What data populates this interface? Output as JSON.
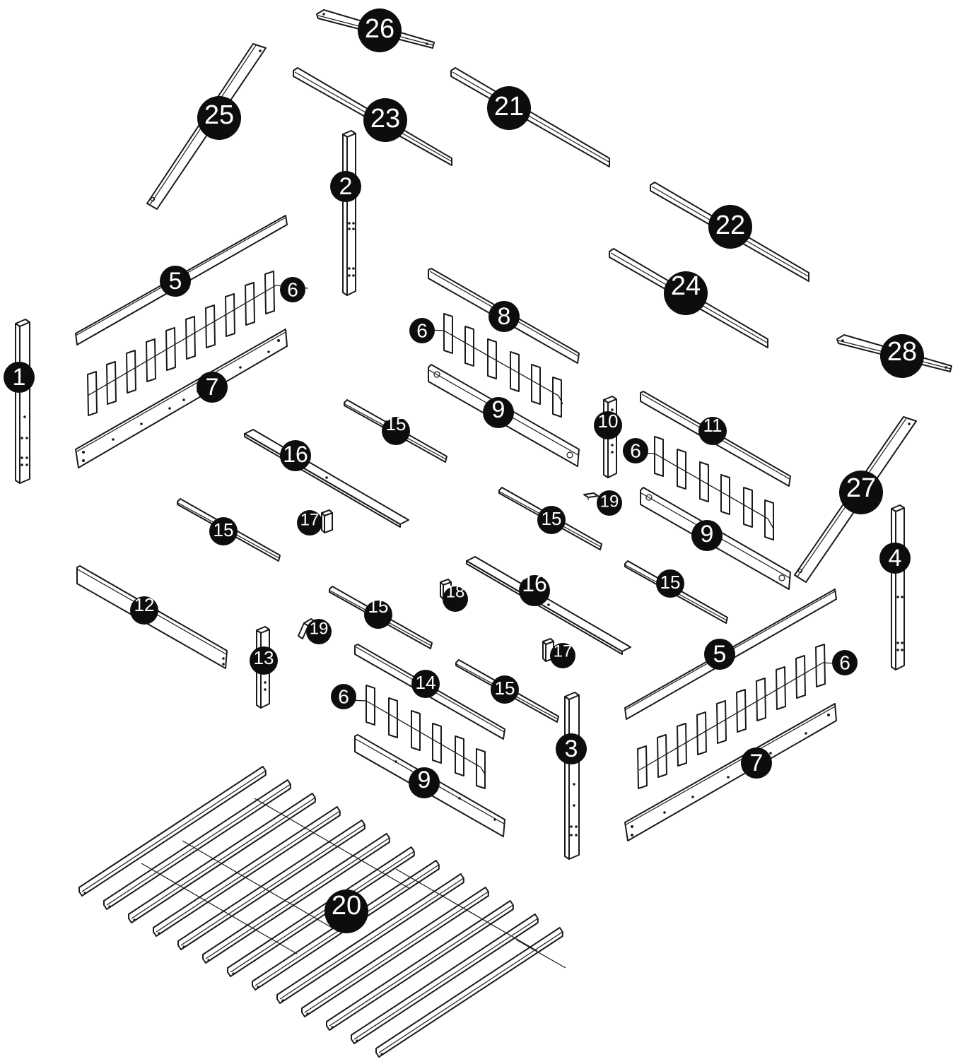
{
  "diagram": {
    "type": "exploded-parts-view",
    "parts": [
      {
        "id": "p1",
        "label": "1"
      },
      {
        "id": "p2",
        "label": "2"
      },
      {
        "id": "p3",
        "label": "3"
      },
      {
        "id": "p4",
        "label": "4"
      },
      {
        "id": "p5a",
        "label": "5"
      },
      {
        "id": "p5b",
        "label": "5"
      },
      {
        "id": "p6a",
        "label": "6"
      },
      {
        "id": "p6b",
        "label": "6"
      },
      {
        "id": "p6c",
        "label": "6"
      },
      {
        "id": "p6d",
        "label": "6"
      },
      {
        "id": "p6e",
        "label": "6"
      },
      {
        "id": "p7a",
        "label": "7"
      },
      {
        "id": "p7b",
        "label": "7"
      },
      {
        "id": "p8",
        "label": "8"
      },
      {
        "id": "p9a",
        "label": "9"
      },
      {
        "id": "p9b",
        "label": "9"
      },
      {
        "id": "p9c",
        "label": "9"
      },
      {
        "id": "p10",
        "label": "10"
      },
      {
        "id": "p11",
        "label": "11"
      },
      {
        "id": "p12",
        "label": "12"
      },
      {
        "id": "p13",
        "label": "13"
      },
      {
        "id": "p14",
        "label": "14"
      },
      {
        "id": "p15a",
        "label": "15"
      },
      {
        "id": "p15b",
        "label": "15"
      },
      {
        "id": "p15c",
        "label": "15"
      },
      {
        "id": "p15d",
        "label": "15"
      },
      {
        "id": "p15e",
        "label": "15"
      },
      {
        "id": "p15f",
        "label": "15"
      },
      {
        "id": "p16a",
        "label": "16"
      },
      {
        "id": "p16b",
        "label": "16"
      },
      {
        "id": "p17a",
        "label": "17"
      },
      {
        "id": "p17b",
        "label": "17"
      },
      {
        "id": "p18",
        "label": "18"
      },
      {
        "id": "p19a",
        "label": "19"
      },
      {
        "id": "p19b",
        "label": "19"
      },
      {
        "id": "p20",
        "label": "20"
      },
      {
        "id": "p21",
        "label": "21"
      },
      {
        "id": "p22",
        "label": "22"
      },
      {
        "id": "p23",
        "label": "23"
      },
      {
        "id": "p24",
        "label": "24"
      },
      {
        "id": "p25",
        "label": "25"
      },
      {
        "id": "p26",
        "label": "26"
      },
      {
        "id": "p27",
        "label": "27"
      },
      {
        "id": "p28",
        "label": "28"
      }
    ]
  }
}
